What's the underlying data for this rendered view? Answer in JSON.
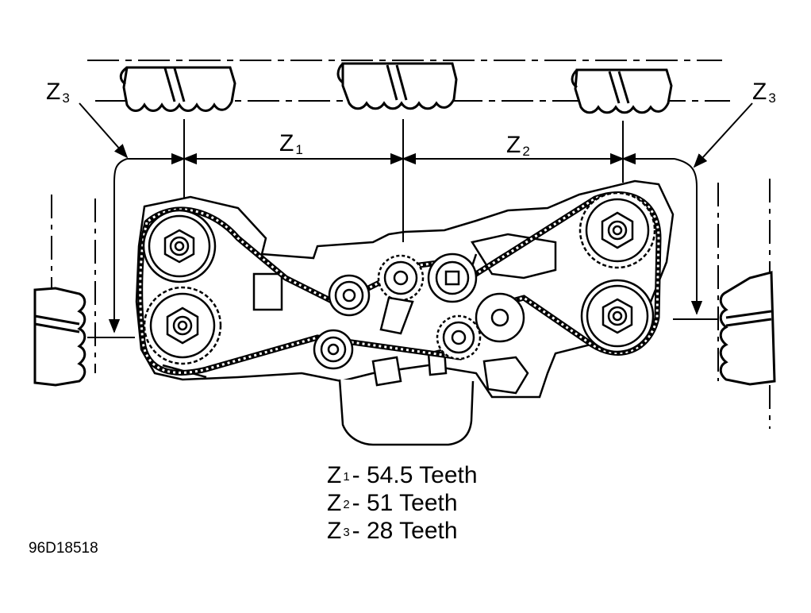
{
  "labels": {
    "z1": {
      "letter": "Z",
      "sub": "1"
    },
    "z2": {
      "letter": "Z",
      "sub": "2"
    },
    "z3_left": {
      "letter": "Z",
      "sub": "3"
    },
    "z3_right": {
      "letter": "Z",
      "sub": "3"
    }
  },
  "legend": [
    {
      "symbol": "Z",
      "sub": "1",
      "text": "- 54.5 Teeth"
    },
    {
      "symbol": "Z",
      "sub": "2",
      "text": "- 51 Teeth"
    },
    {
      "symbol": "Z",
      "sub": "3",
      "text": "- 28 Teeth"
    }
  ],
  "figure_code": "96D18518"
}
